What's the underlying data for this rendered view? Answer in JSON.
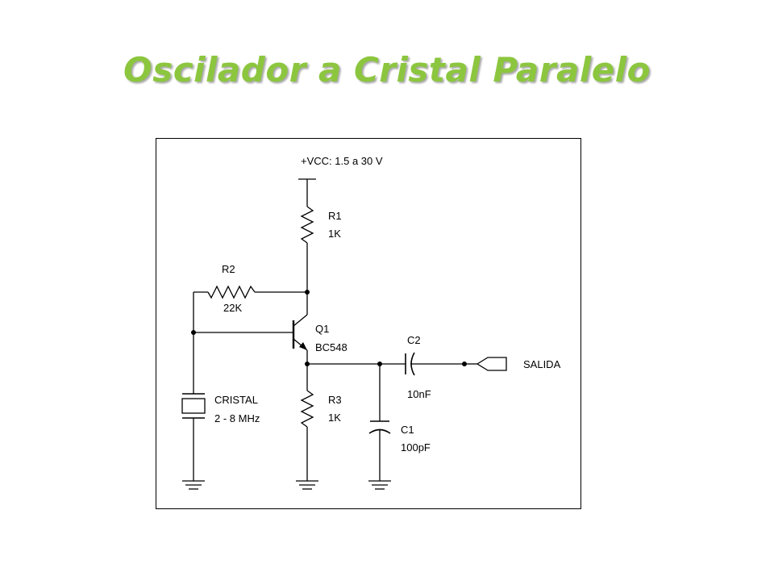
{
  "title": "Oscilador a Cristal Paralelo",
  "colors": {
    "title": "#8cc63f",
    "wire": "#000000",
    "background": "#ffffff"
  },
  "schematic": {
    "vcc_label": "+VCC: 1.5 a 30 V",
    "r1": {
      "ref": "R1",
      "value": "1K"
    },
    "r2": {
      "ref": "R2",
      "value": "22K"
    },
    "r3": {
      "ref": "R3",
      "value": "1K"
    },
    "q1": {
      "ref": "Q1",
      "value": "BC548"
    },
    "c1": {
      "ref": "C1",
      "value": "100pF"
    },
    "c2": {
      "ref": "C2",
      "value": "10nF"
    },
    "crystal": {
      "ref": "CRISTAL",
      "value": "2 - 8 MHz"
    },
    "output_label": "SALIDA"
  }
}
